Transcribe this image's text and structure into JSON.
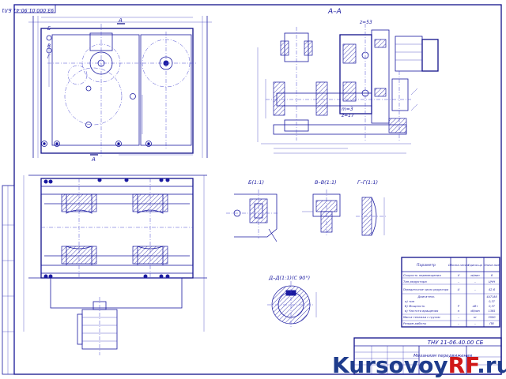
{
  "drawing": {
    "stamp_code": "93.000.01.90-41 БЛ1",
    "section_aa": "А–А",
    "view_b": "Б(1:1)",
    "view_v": "В–В(1:1)",
    "view_g": "Г–Г(1:1)",
    "view_d": "Д–Д(1:1)(С 90°)",
    "dim_z53": "z=53",
    "dim_m3": "m=3",
    "dim_z17": "z=17",
    "label_a": "A",
    "label_b": "Б",
    "label_v": "В",
    "label_g": "Г",
    "label_d": "Д"
  },
  "spec_table": {
    "headers": [
      "Параметр",
      "Обозна-чение",
      "Едини-ца",
      "Значе-ние"
    ],
    "rows": [
      [
        "Скорость перемещения",
        "V",
        "м/мин",
        "8"
      ],
      [
        "Тип редуктора",
        "–",
        "–",
        "ЦЧН"
      ],
      [
        "Передаточное число редуктора",
        "U",
        "–",
        "42,6"
      ],
      [
        "Двигатель",
        "",
        "",
        "4А71А6"
      ],
      [
        "а) тип",
        "",
        "",
        "0,37"
      ],
      [
        "б) Мощность",
        "Р",
        "кВт",
        "0,37"
      ],
      [
        "в) Частота вращения",
        "n",
        "об/мин",
        "1365"
      ],
      [
        "Масса тележки с грузом",
        "–",
        "кг",
        "3500"
      ],
      [
        "Режим работы",
        "–",
        "–",
        "ПВ"
      ]
    ]
  },
  "title_block": {
    "document_code": "ТНУ 11-06.40.00 СБ",
    "title": "Механизм передвижения"
  },
  "watermark": {
    "part1": "Kursovoy",
    "part2": "RF",
    "part3": ".ru"
  },
  "colors": {
    "line": "#1a1aa0",
    "watermark_blue": "#1f3c8c",
    "watermark_red": "#d01818"
  }
}
